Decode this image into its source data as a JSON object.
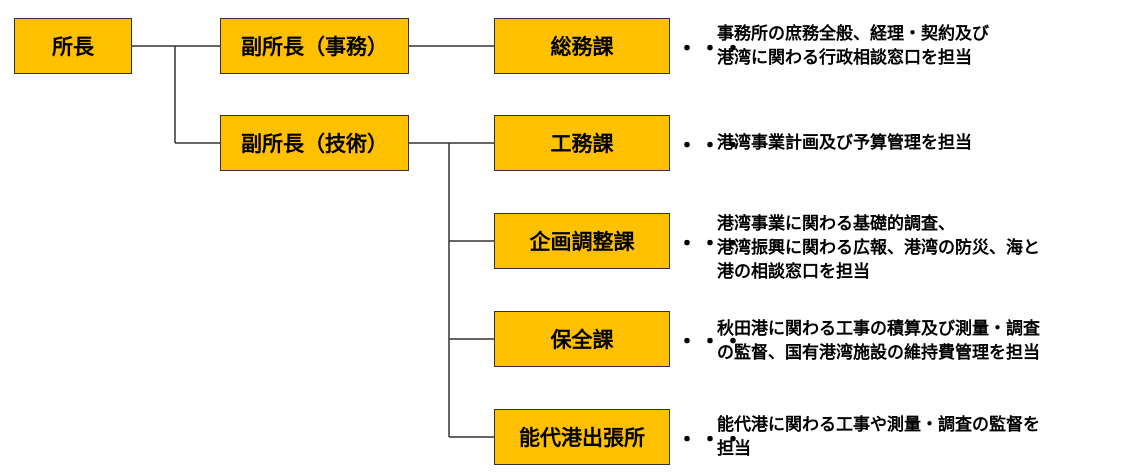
{
  "colors": {
    "box_fill": "#FFC000",
    "box_border": "#333333",
    "line": "#333333"
  },
  "nodes": {
    "director": "所長",
    "deputy_admin": "副所長（事務）",
    "deputy_tech": "副所長（技術）",
    "general_affairs": "総務課",
    "engineering": "工務課",
    "planning": "企画調整課",
    "maintenance": "保全課",
    "noshiro": "能代港出張所"
  },
  "ellipsis": "・・・",
  "descriptions": {
    "general_affairs": [
      "事務所の庶務全般、経理・契約及び",
      "港湾に関わる行政相談窓口を担当"
    ],
    "engineering": [
      "港湾事業計画及び予算管理を担当"
    ],
    "planning": [
      "港湾事業に関わる基礎的調査、",
      "港湾振興に関わる広報、港湾の防災、海と",
      "港の相談窓口を担当"
    ],
    "maintenance": [
      "秋田港に関わる工事の積算及び測量・調査",
      "の監督、国有港湾施設の維持費管理を担当"
    ],
    "noshiro": [
      "能代港に関わる工事や測量・調査の監督を",
      "担当"
    ]
  }
}
